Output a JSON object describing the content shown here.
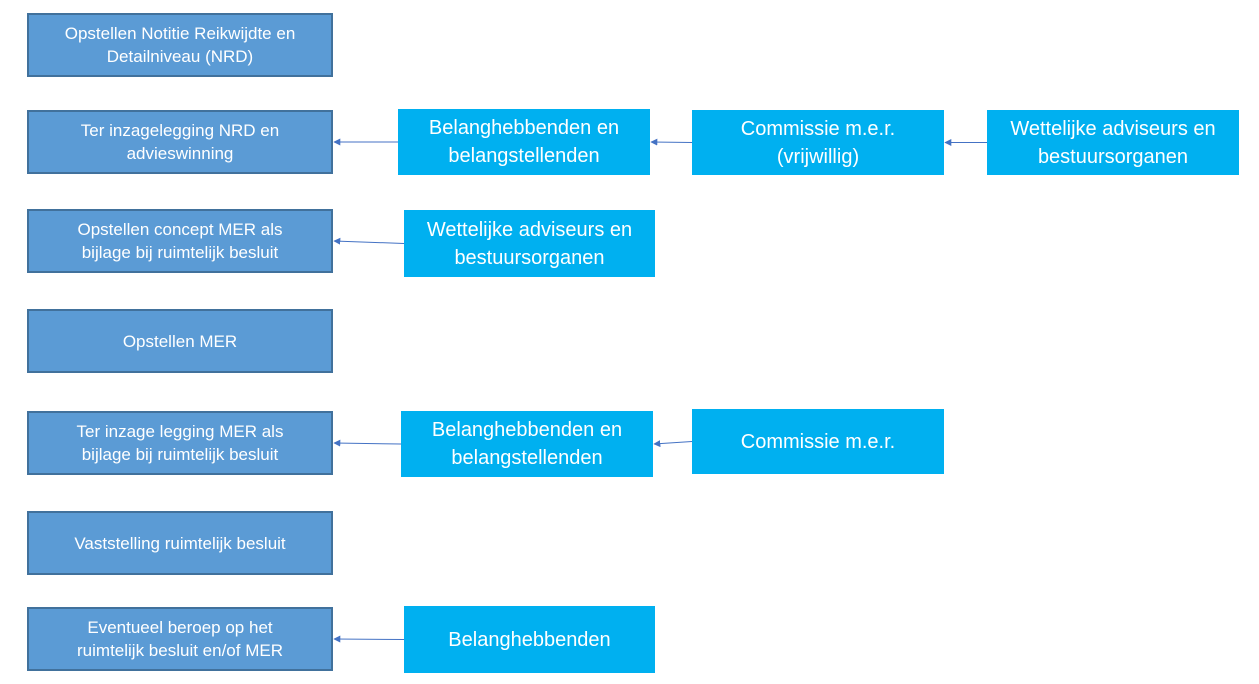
{
  "steps": [
    {
      "id": "s1",
      "label": "Opstellen Notitie Reikwijdte en\nDetailniveau (NRD)"
    },
    {
      "id": "s2",
      "label": "Ter inzagelegging NRD en\nadvieswinning"
    },
    {
      "id": "s3",
      "label": "Opstellen concept MER als\nbijlage bij ruimtelijk besluit"
    },
    {
      "id": "s4",
      "label": "Opstellen MER"
    },
    {
      "id": "s5",
      "label": "Ter inzage legging MER als\nbijlage bij ruimtelijk besluit"
    },
    {
      "id": "s6",
      "label": "Vaststelling ruimtelijk besluit"
    },
    {
      "id": "s7",
      "label": "Eventueel beroep op het\nruimtelijk besluit en/of MER"
    }
  ],
  "actors": [
    {
      "id": "a1",
      "label": "Belanghebbenden en\nbelangstellenden"
    },
    {
      "id": "a2",
      "label": "Commissie m.e.r.\n(vrijwillig)"
    },
    {
      "id": "a3",
      "label": "Wettelijke adviseurs en\nbestuursorganen"
    },
    {
      "id": "a4",
      "label": "Wettelijke adviseurs en\nbestuursorganen"
    },
    {
      "id": "a5",
      "label": "Belanghebbenden en\nbelangstellenden"
    },
    {
      "id": "a6",
      "label": "Commissie m.e.r."
    },
    {
      "id": "a7",
      "label": "Belanghebbenden"
    }
  ],
  "edges": [
    {
      "from": "a1",
      "to": "s2"
    },
    {
      "from": "a2",
      "to": "a1"
    },
    {
      "from": "a3",
      "to": "a2"
    },
    {
      "from": "a4",
      "to": "s3"
    },
    {
      "from": "a5",
      "to": "s5"
    },
    {
      "from": "a6",
      "to": "a5"
    },
    {
      "from": "a7",
      "to": "s7"
    }
  ],
  "colors": {
    "step_fill": "#5b9bd5",
    "step_border": "#41719c",
    "actor_fill": "#00b0f0",
    "connector": "#4472c4"
  }
}
